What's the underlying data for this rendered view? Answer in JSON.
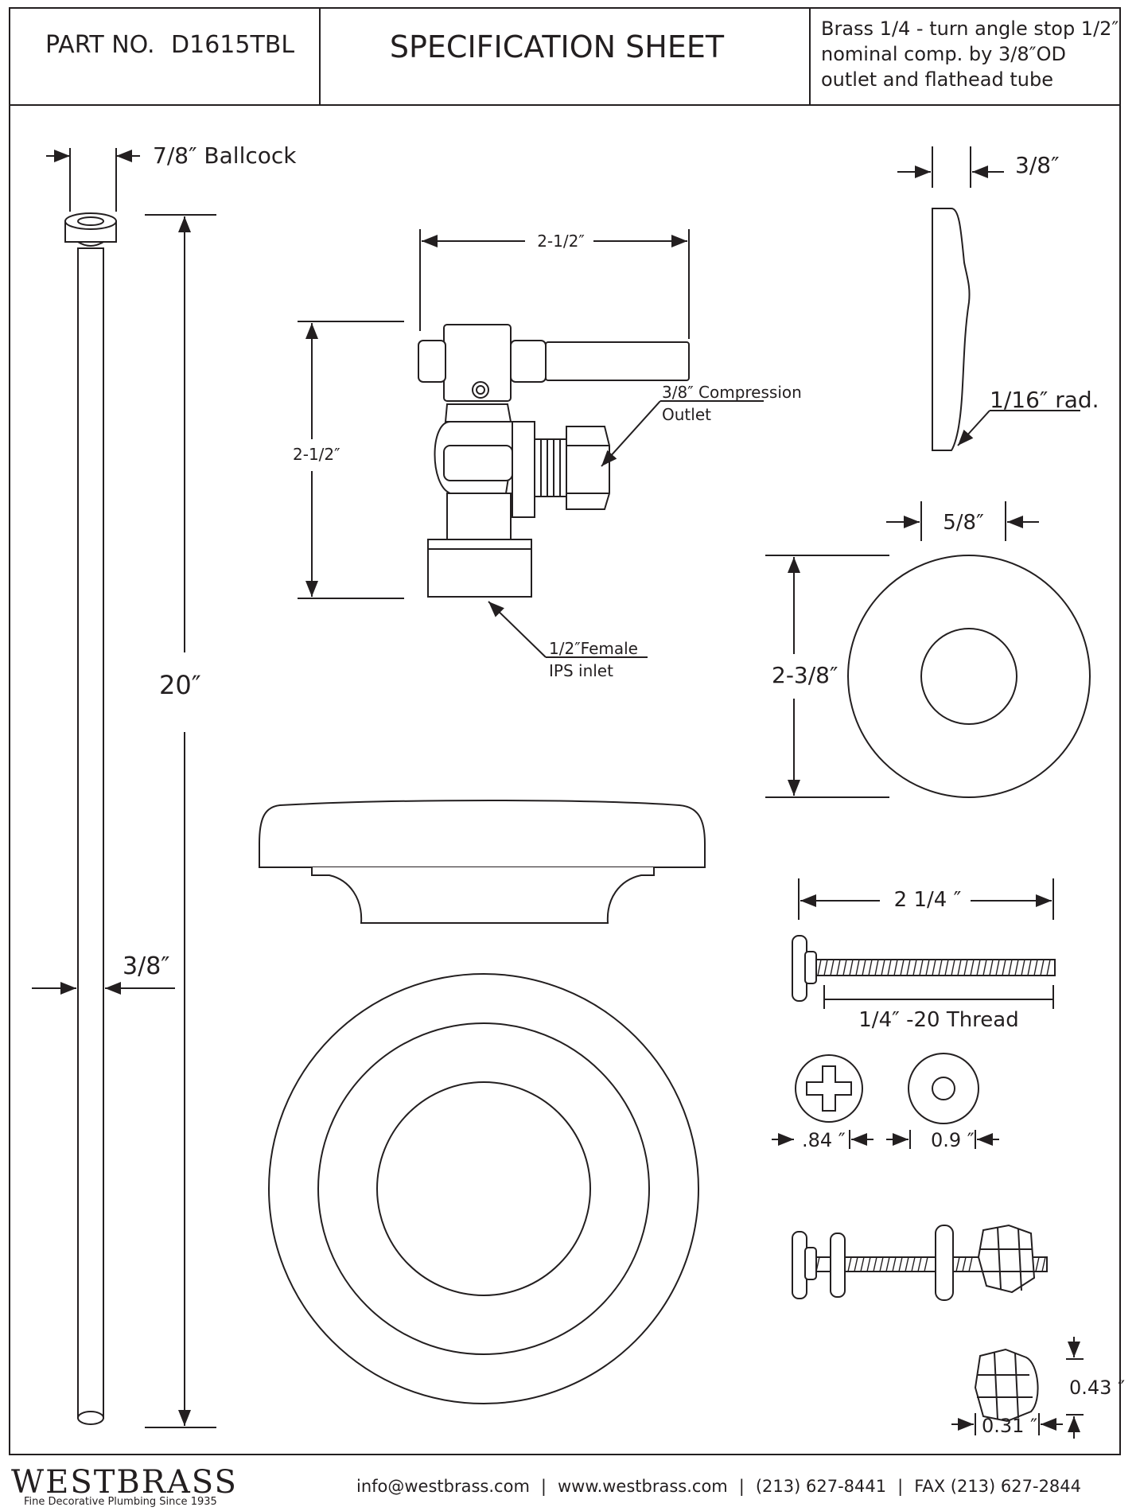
{
  "header": {
    "part_label": "PART NO.",
    "part_number": "D1615TBL",
    "title": "SPECIFICATION SHEET",
    "description_lines": [
      "Brass 1/4 - turn angle stop 1/2″",
      "nominal comp. by 3/8″OD",
      "outlet and flathead tube"
    ]
  },
  "dimensions": {
    "ballcock": "7/8″ Ballcock",
    "tube_length": "20″",
    "tube_diameter": "3/8″",
    "valve_width": "2-1/2″",
    "valve_height": "2-1/2″",
    "compression_outlet": [
      "3/8″ Compression",
      "Outlet"
    ],
    "female_inlet": [
      "1/2″Female",
      "IPS inlet"
    ],
    "flange_thickness": "3/8″",
    "flange_radius": "1/16″ rad.",
    "flange_hole": "5/8″",
    "flange_diameter": "2-3/8″",
    "bolt_length": "2 1/4 ″",
    "bolt_thread": "1/4″ -20 Thread",
    "screw_head": ".84 ″",
    "washer": "0.9 ″",
    "nut_height": "0.43 ″",
    "nut_width": "0.31 ″"
  },
  "footer": {
    "brand": "WESTBRASS",
    "tagline": "Fine Decorative Plumbing Since 1935",
    "email": "info@westbrass.com",
    "website": "www.westbrass.com",
    "phone": "(213) 627-8441",
    "fax": "FAX (213) 627-2844"
  }
}
